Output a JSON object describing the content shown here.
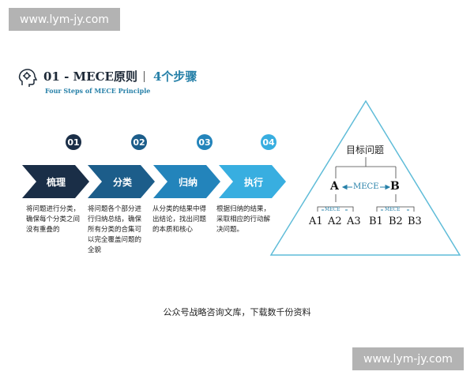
{
  "watermark": "www.lym-jy.com",
  "header": {
    "title": "01 - MECE原则",
    "steps": "4个步骤",
    "subtitle": "Four Steps of MECE Principle",
    "icon": "head-gear-icon"
  },
  "steps": [
    {
      "num": "01",
      "label": "梳理",
      "desc": "将问题进行分类，确保每个分类之间没有重叠的",
      "color": "#1a2e47"
    },
    {
      "num": "02",
      "label": "分类",
      "desc": "将问题各个部分进行归纳总结，确保所有分类的合集可以完全覆盖问题的全貌",
      "color": "#1c5d8a"
    },
    {
      "num": "03",
      "label": "归纳",
      "desc": "从分类的结果中得出结论，找出问题的本质和核心",
      "color": "#2384bb"
    },
    {
      "num": "04",
      "label": "执行",
      "desc": "根据归纳的结果，采取相应的行动解决问题。",
      "color": "#38aee0"
    }
  ],
  "tree": {
    "goal": "目标问题",
    "a": "A",
    "b": "B",
    "mece": "MECE",
    "leaves": [
      "A1",
      "A2",
      "A3",
      "B1",
      "B2",
      "B3"
    ]
  },
  "footer": "公众号战略咨询文库，下载数千份资料"
}
